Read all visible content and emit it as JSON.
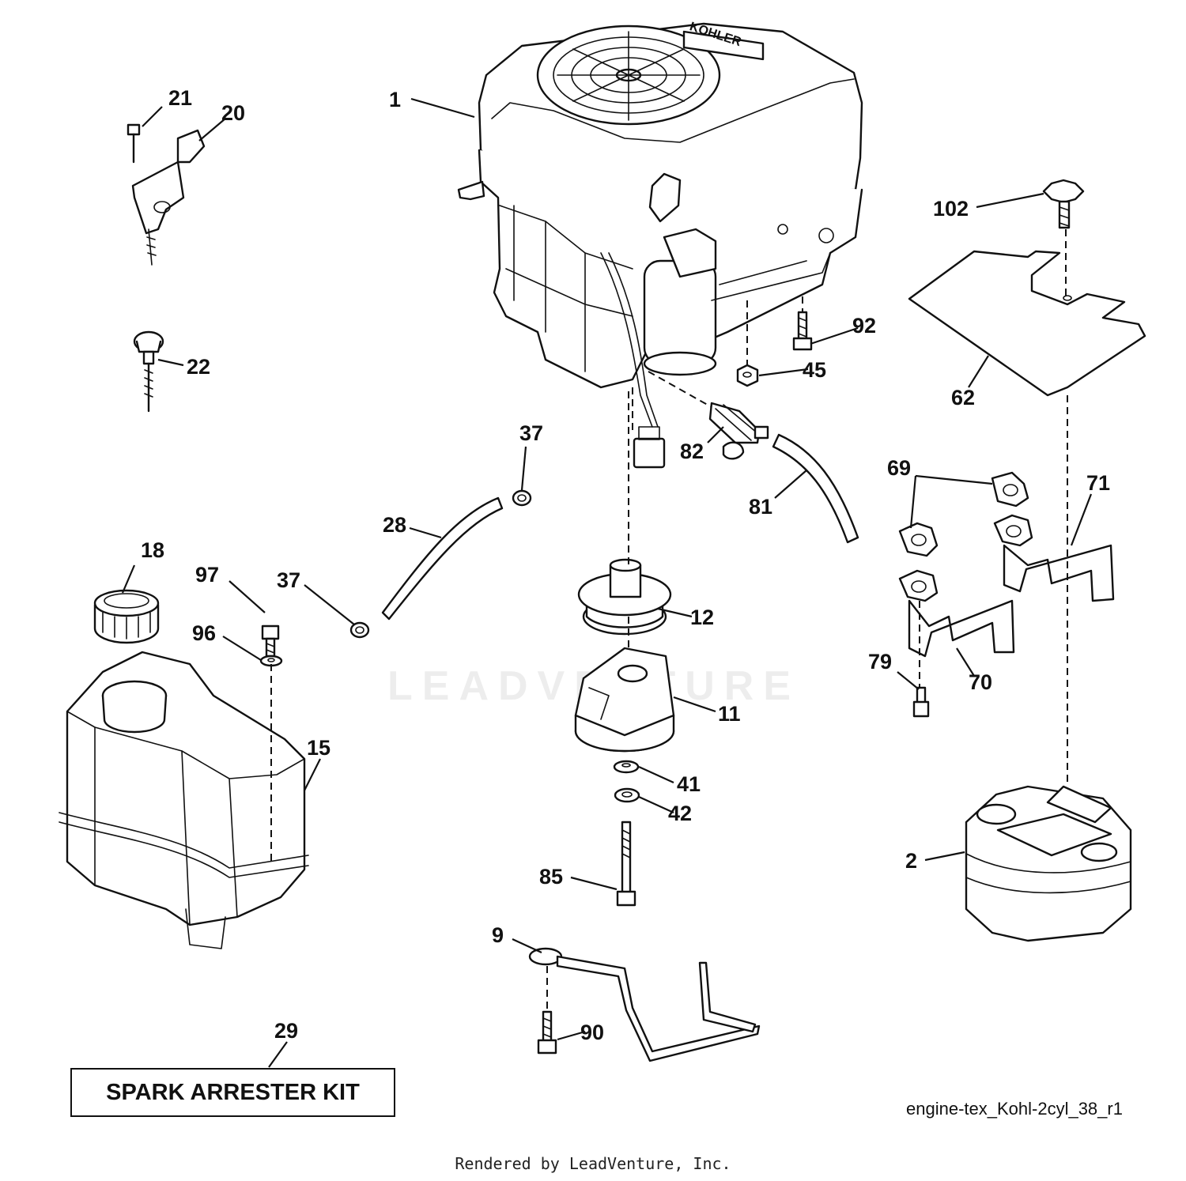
{
  "diagram": {
    "callouts": [
      "1",
      "2",
      "9",
      "11",
      "12",
      "15",
      "18",
      "20",
      "21",
      "22",
      "28",
      "29",
      "37",
      "37",
      "41",
      "42",
      "45",
      "62",
      "69",
      "70",
      "71",
      "79",
      "81",
      "82",
      "85",
      "90",
      "92",
      "96",
      "97",
      "102"
    ],
    "kit_label": "SPARK ARRESTER KIT",
    "drawing_id": "engine-tex_Kohl-2cyl_38_r1",
    "render_credit": "Rendered by LeadVenture, Inc.",
    "watermark": "LEADVENTURE",
    "engine_logo": "KOHLER"
  }
}
